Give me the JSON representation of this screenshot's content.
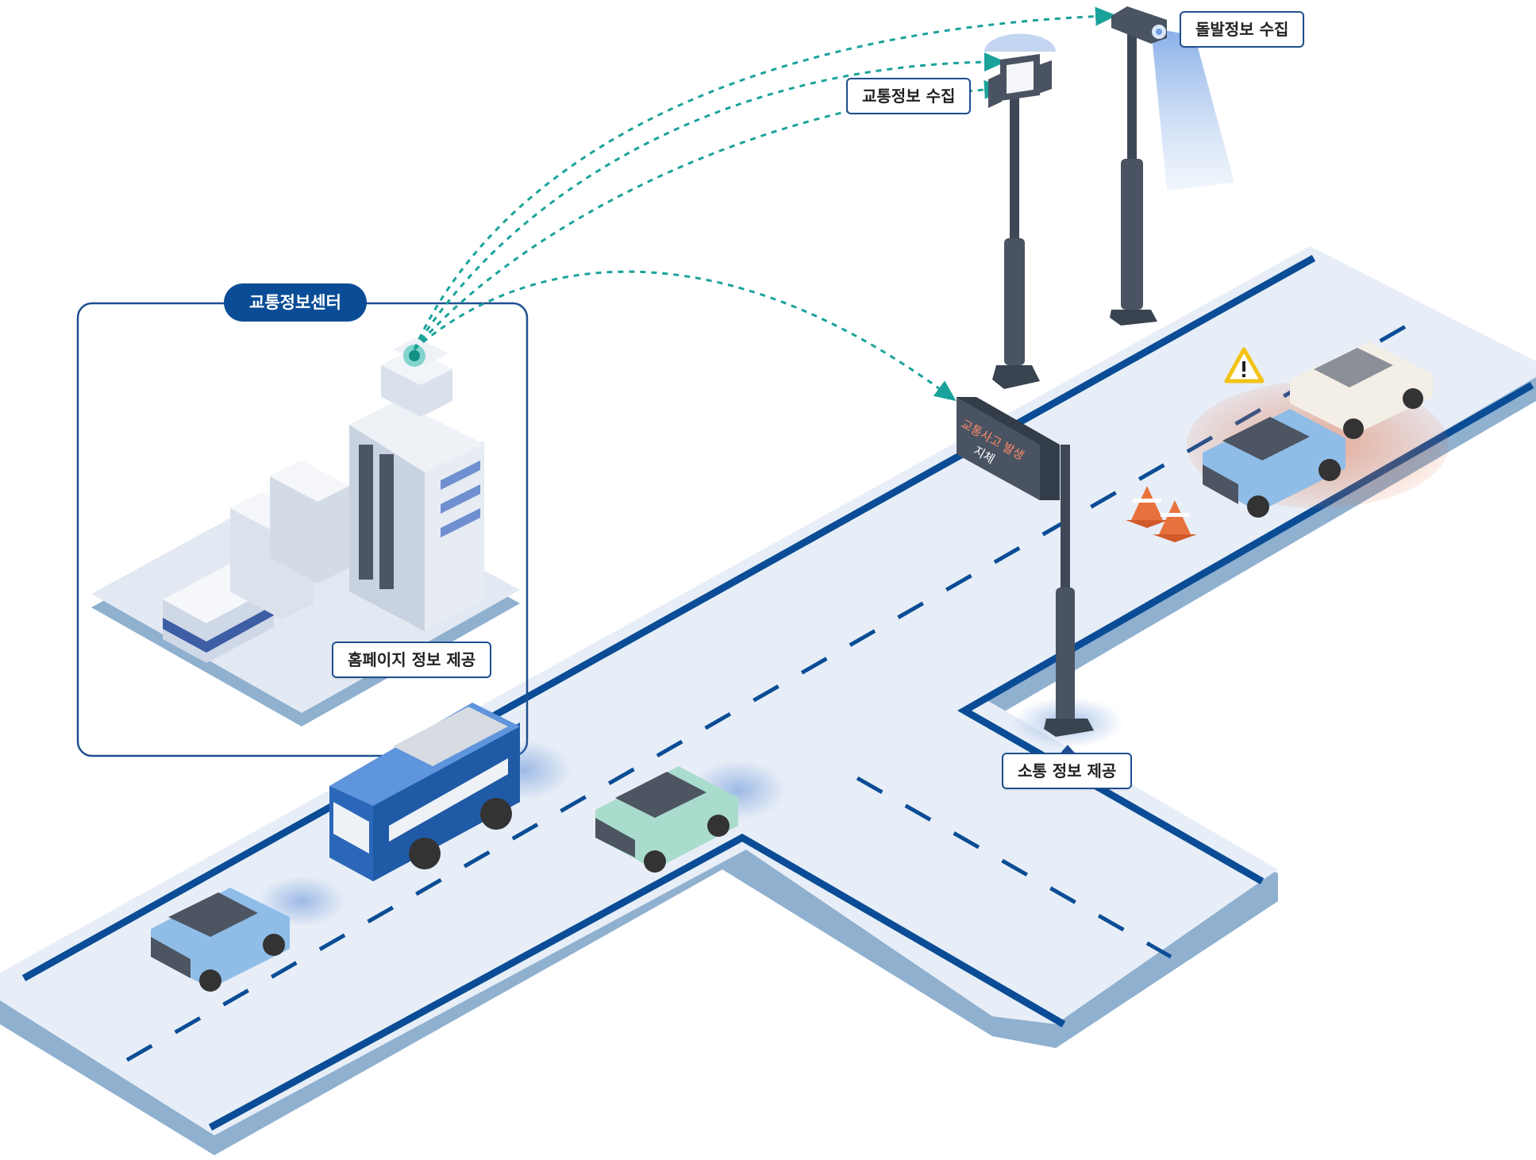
{
  "center": {
    "title": "교통정보센터"
  },
  "labels": {
    "homepage": "홈페이지 정보 제공",
    "traffic_collect": "교통정보 수집",
    "incident_collect": "돌발정보 수집",
    "flow_provide": "소통 정보 제공"
  },
  "vms": {
    "line1": "교통사고 발생",
    "line2": "지체"
  },
  "colors": {
    "road_surface": "#e8eef7",
    "road_edge": "#0a4d96",
    "road_side": "#8fb0cf",
    "arrow": "#1aa39a",
    "pill": "#0a4d96",
    "accident": "#e06a3c"
  },
  "icons": {
    "warning": "warning-icon",
    "cone": "traffic-cone-icon",
    "cctv": "cctv-camera-icon",
    "sensor": "traffic-sensor-icon"
  }
}
